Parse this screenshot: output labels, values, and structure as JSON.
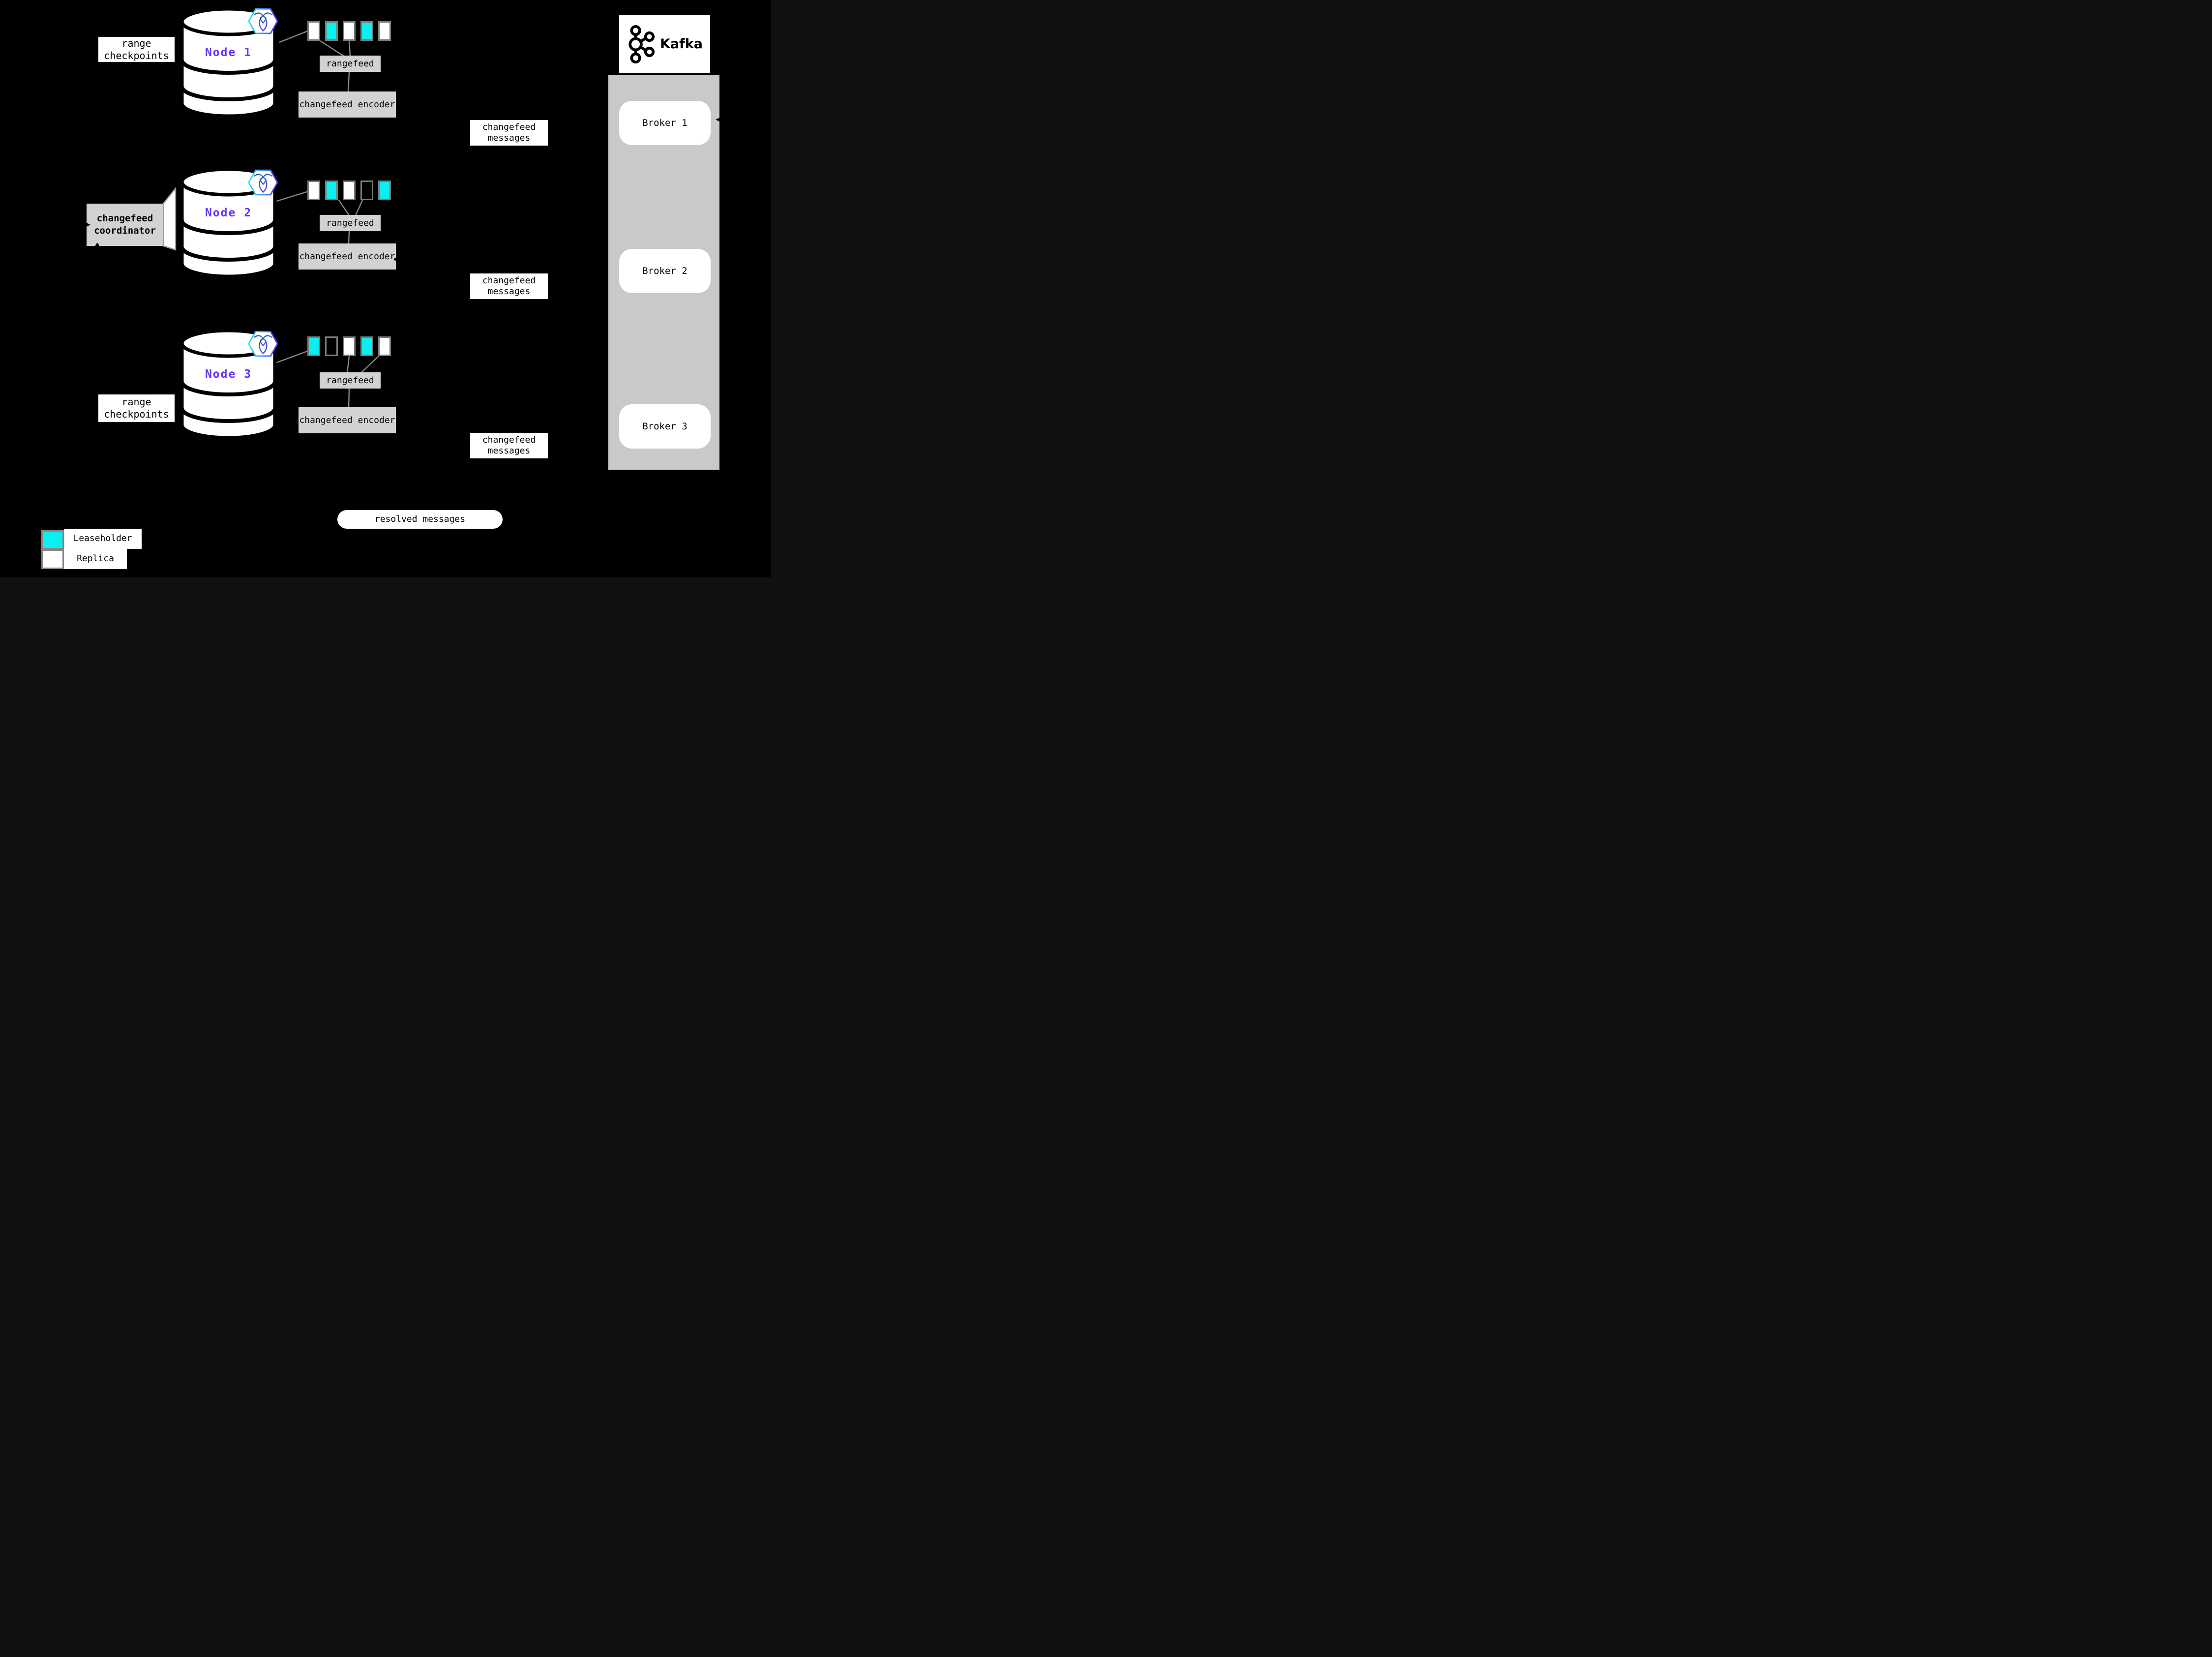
{
  "colors": {
    "background": "#000000",
    "leaseholder_fill": "#0AEFEF",
    "replica_fill": "#FFFFFF",
    "node_label_purple": "#6933FF",
    "panel_gray": "#D2D2D2",
    "kafka_column_gray": "#C9C9C9",
    "connector_gray": "#8A8A8A"
  },
  "nodes": [
    {
      "name": "Node 1",
      "badge_icon": "cockroachdb-icon",
      "side_label": "range checkpoints",
      "ranges": [
        "replica",
        "leaseholder",
        "replica",
        "leaseholder",
        "replica"
      ],
      "rangefeed_label": "rangefeed",
      "encoder_label": "changefeed encoder"
    },
    {
      "name": "Node 2",
      "badge_icon": "cockroachdb-icon",
      "side_label": "changefeed coordinator",
      "ranges": [
        "replica",
        "leaseholder",
        "replica",
        "none",
        "leaseholder"
      ],
      "rangefeed_label": "rangefeed",
      "encoder_label": "changefeed encoder"
    },
    {
      "name": "Node 3",
      "badge_icon": "cockroachdb-icon",
      "side_label": "range checkpoints",
      "ranges": [
        "leaseholder",
        "none",
        "replica",
        "leaseholder",
        "replica"
      ],
      "rangefeed_label": "rangefeed",
      "encoder_label": "changefeed encoder"
    }
  ],
  "messages": {
    "changefeed": "changefeed messages",
    "resolved": "resolved messages"
  },
  "kafka": {
    "title": "Kafka",
    "logo_icon": "kafka-logo-icon",
    "brokers": [
      "Broker 1",
      "Broker 2",
      "Broker 3"
    ]
  },
  "legend": [
    {
      "swatch": "leaseholder",
      "label": "Leaseholder"
    },
    {
      "swatch": "replica",
      "label": "Replica"
    }
  ]
}
